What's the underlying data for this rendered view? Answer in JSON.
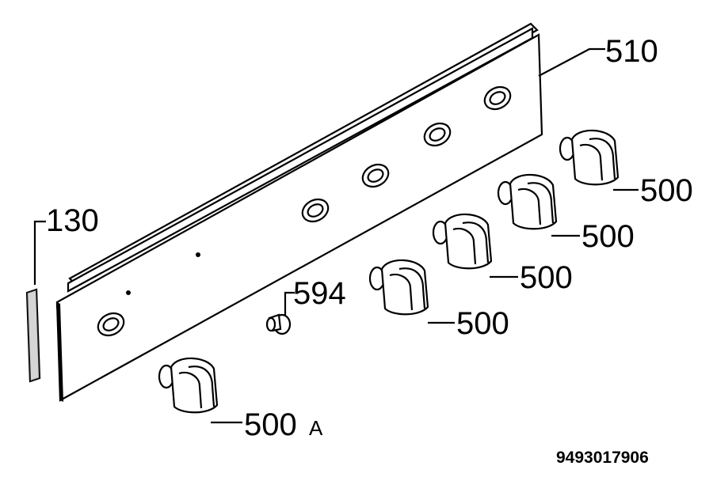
{
  "labels": {
    "panel": "510",
    "strip": "130",
    "screw": "594",
    "knob": "500",
    "knob_a_num": "500",
    "knob_a_suffix": "A"
  },
  "drawing_code": "9493017906",
  "icons": [
    "control-panel-icon",
    "knob-icon",
    "screw-icon",
    "seal-strip-icon"
  ]
}
